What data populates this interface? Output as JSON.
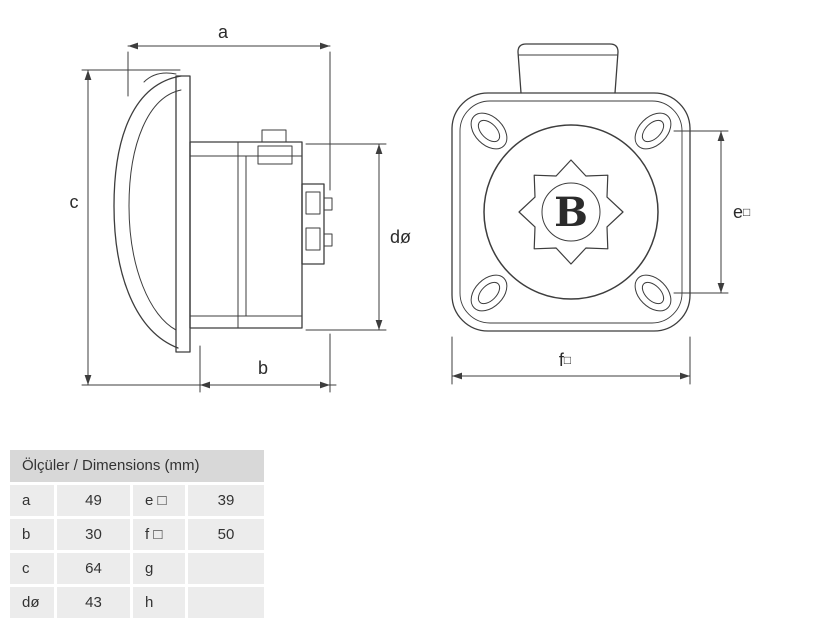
{
  "drawing": {
    "side_view": {
      "dim_a": "a",
      "dim_b": "b",
      "dim_c": "c",
      "dim_d": "dø"
    },
    "front_view": {
      "dim_e_letter": "e",
      "dim_e_square": "□",
      "dim_f_letter": "f",
      "dim_f_square": "□",
      "logo_letter": "B"
    }
  },
  "table": {
    "header": "Ölçüler / Dimensions (mm)",
    "rows": [
      {
        "k1": "a",
        "v1": "49",
        "k2": "e □",
        "v2": "39"
      },
      {
        "k1": "b",
        "v1": "30",
        "k2": "f □",
        "v2": "50"
      },
      {
        "k1": "c",
        "v1": "64",
        "k2": "g",
        "v2": ""
      },
      {
        "k1": "dø",
        "v1": "43",
        "k2": "h",
        "v2": ""
      }
    ]
  }
}
